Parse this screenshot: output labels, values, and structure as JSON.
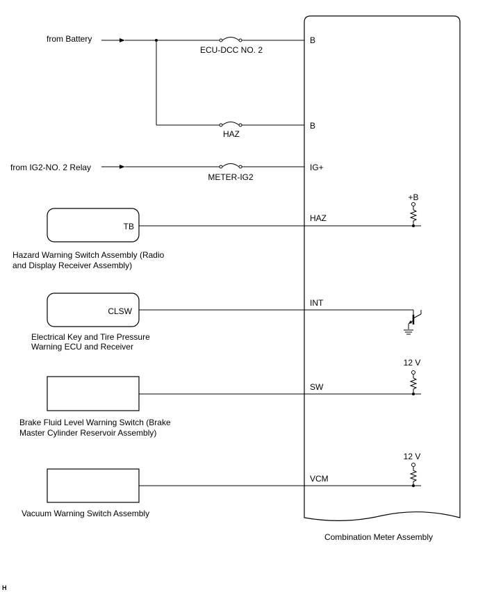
{
  "sources": {
    "battery": "from Battery",
    "ig2_relay": "from IG2-NO. 2 Relay"
  },
  "fuses": {
    "ecu_dcc": "ECU-DCC NO. 2",
    "haz": "HAZ",
    "meter_ig2": "METER-IG2"
  },
  "meter": {
    "name": "Combination Meter Assembly",
    "pins": {
      "b1": "B",
      "b2": "B",
      "ig": "IG+",
      "haz": "HAZ",
      "int": "INT",
      "sw": "SW",
      "vcm": "VCM"
    },
    "supplies": {
      "plus_b": "+B",
      "v12_a": "12 V",
      "v12_b": "12 V"
    }
  },
  "components": {
    "hazard": {
      "pin": "TB",
      "name_line1": "Hazard Warning Switch Assembly (Radio",
      "name_line2": "and Display Receiver Assembly)"
    },
    "key_ecu": {
      "pin": "CLSW",
      "name_line1": "Electrical Key and Tire Pressure",
      "name_line2": "Warning ECU and Receiver"
    },
    "brake_fluid": {
      "name_line1": "Brake Fluid Level Warning Switch (Brake",
      "name_line2": "Master Cylinder Reservoir Assembly)"
    },
    "vacuum": {
      "name": "Vacuum Warning Switch Assembly"
    }
  },
  "footer": {
    "mark": "H"
  }
}
